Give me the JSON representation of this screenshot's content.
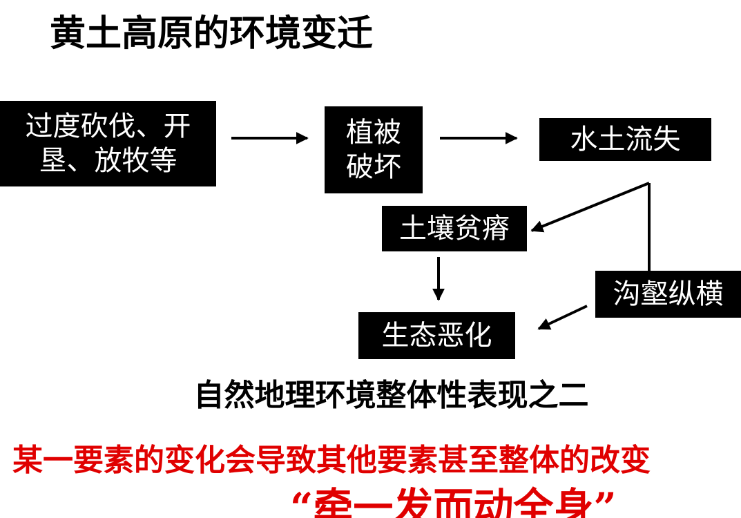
{
  "title": "黄土高原的环境变迁",
  "nodes": {
    "cause": {
      "line1": "过度砍伐、开",
      "line2": "垦、放牧等"
    },
    "vegetation": {
      "line1": "植被",
      "line2": "破坏"
    },
    "soil_erosion": "水土流失",
    "soil_infertility": "土壤贫瘠",
    "gullies": "沟壑纵横",
    "ecology": "生态恶化"
  },
  "subtitle": "自然地理环境整体性表现之二",
  "conclusion": "某一要素的变化会导致其他要素甚至整体的改变",
  "idiom": "“牵一发而动全身”",
  "colors": {
    "node_bg": "#000000",
    "node_text": "#ffffff",
    "emphasis": "#e00000"
  }
}
